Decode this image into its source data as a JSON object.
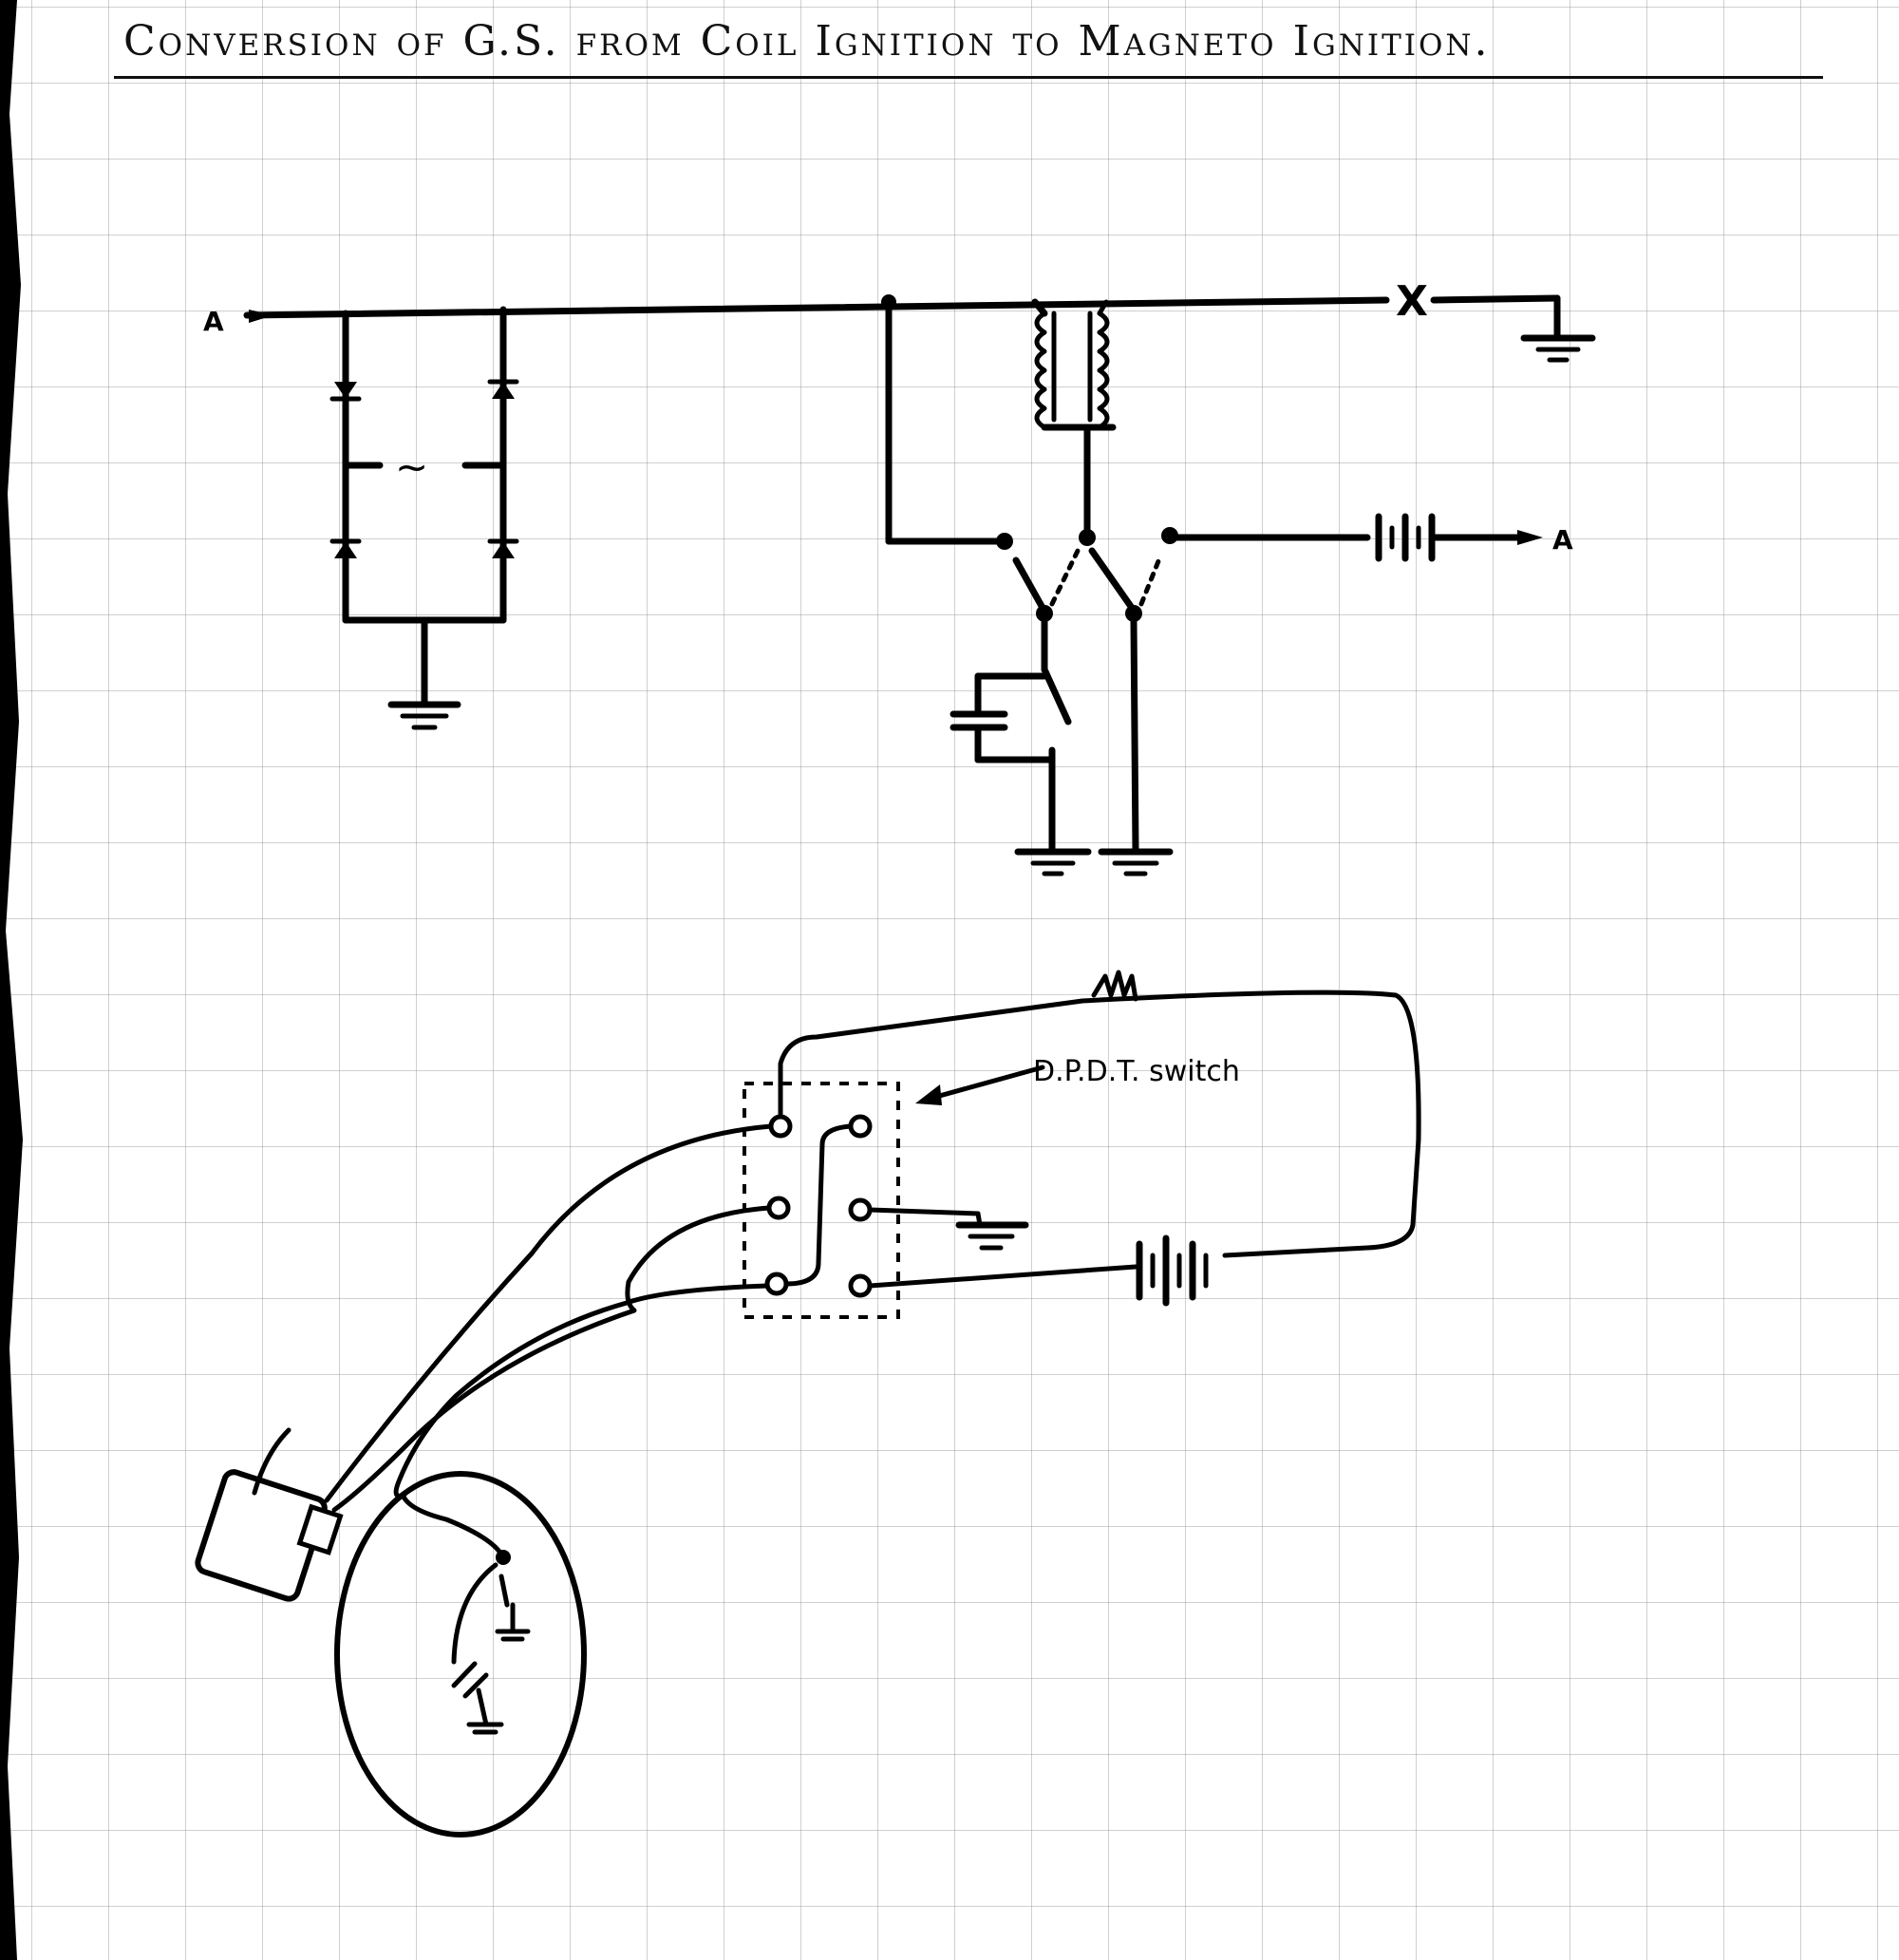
{
  "title": "Conversion of G.S. from Coil Ignition to Magneto Ignition.",
  "schematic": {
    "input_label": "A",
    "ac_symbol": "~",
    "break_mark": "X",
    "battery_terminal_label": "A"
  },
  "wiring": {
    "switch_label": "D.P.D.T. switch"
  }
}
